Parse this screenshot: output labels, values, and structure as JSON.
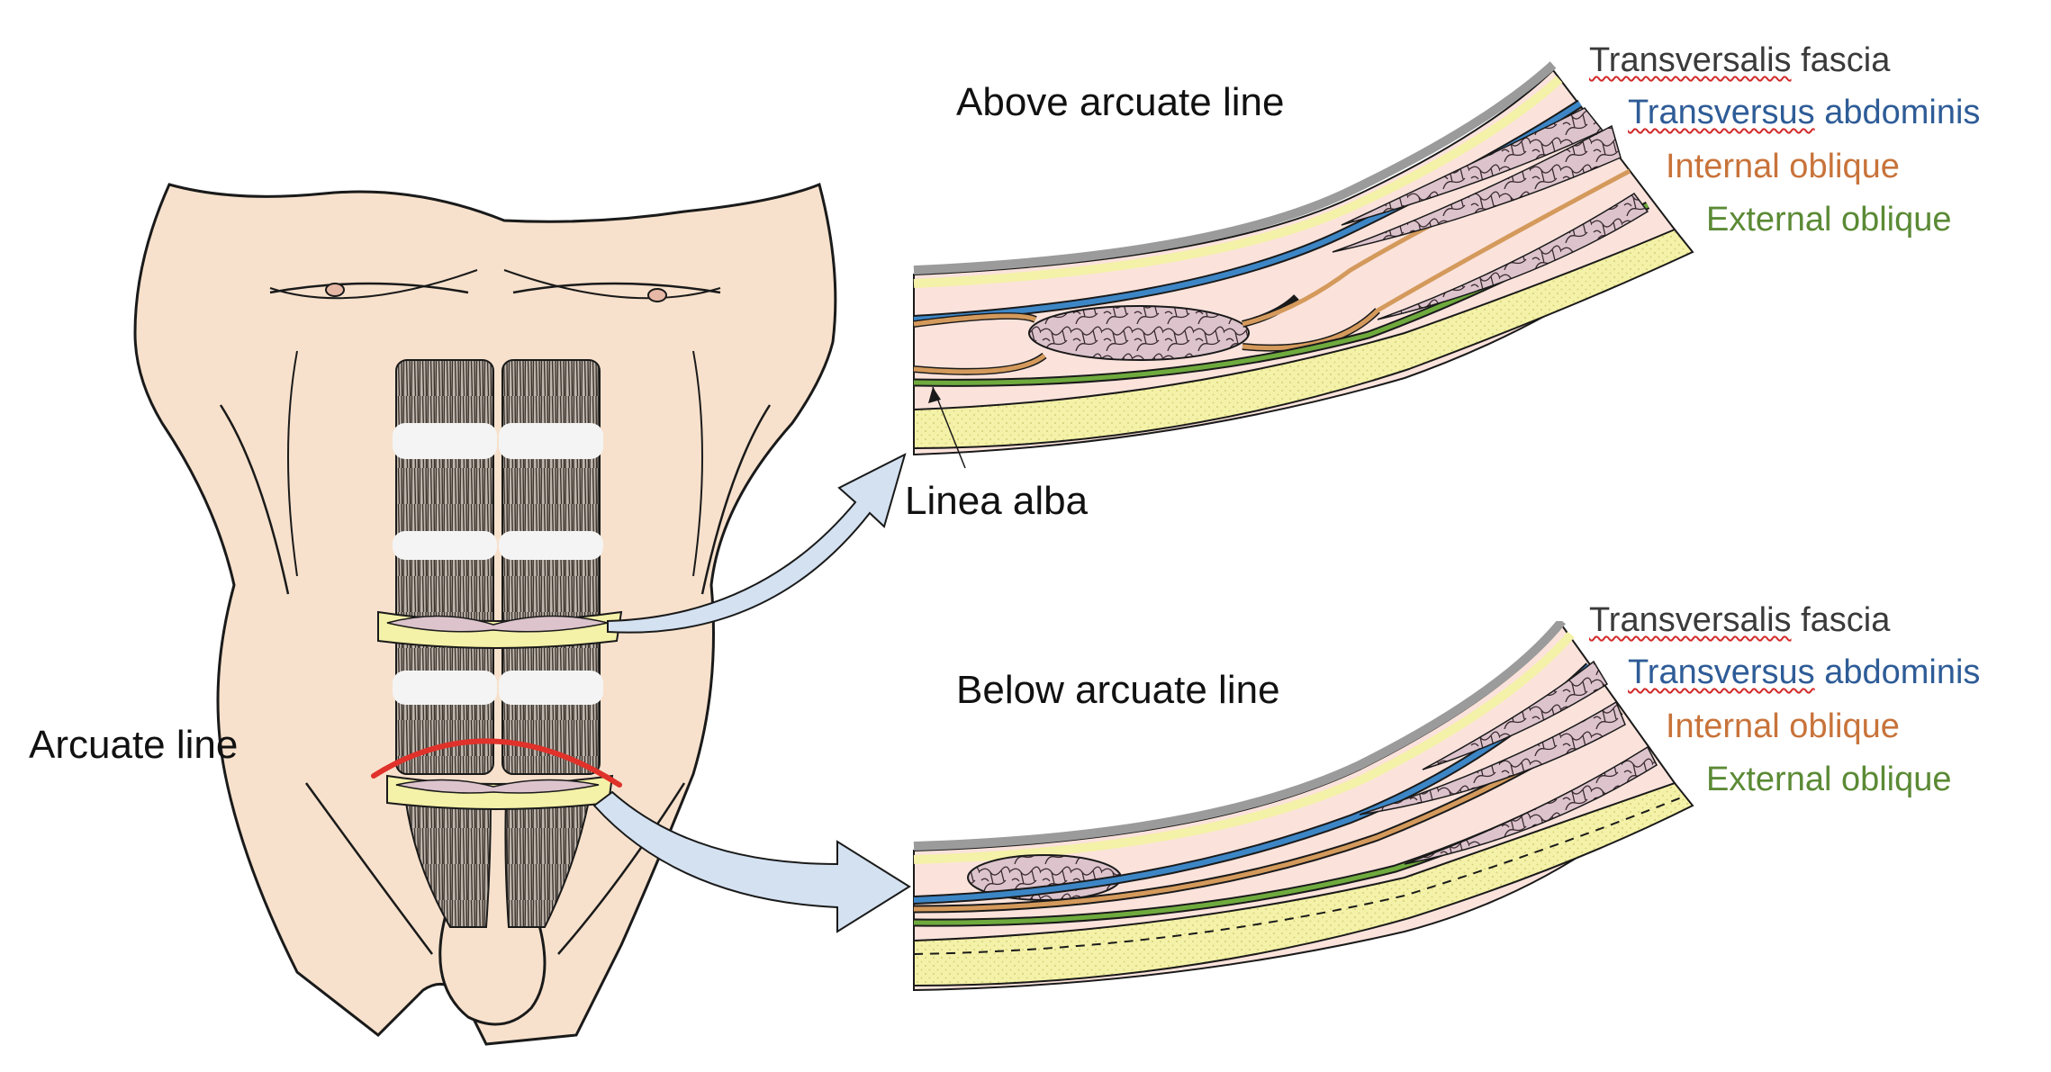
{
  "labels": {
    "above_title": "Above arcuate line",
    "below_title": "Below arcuate line",
    "arcuate_line": "Arcuate line",
    "linea_alba": "Linea alba"
  },
  "layers_above": {
    "transversalis_1": "Transversalis",
    "transversalis_2": " fascia",
    "transversus_1": "Transversus",
    "transversus_2": " abdominis",
    "internal_oblique": "Internal oblique",
    "external_oblique": "External oblique"
  },
  "layers_below": {
    "transversalis_1": "Transversalis",
    "transversalis_2": " fascia",
    "transversus_1": "Transversus",
    "transversus_2": " abdominis",
    "internal_oblique": "Internal oblique",
    "external_oblique": "External oblique"
  },
  "colors": {
    "transversalis_fascia": "#3a3a3a",
    "transversus_abdominis": "#2e5c97",
    "internal_oblique": "#c8733a",
    "external_oblique": "#5b8a35",
    "blue_layer": "#3d86c6",
    "orange_layer": "#d49a5c",
    "green_layer": "#6faa3e",
    "fat_yellow": "#f3f0a6",
    "muscle_pink": "#d8bcc6",
    "arcuate_red": "#e0322a",
    "arrow_fill": "#d3e1f1",
    "skin": "#f7e1cc"
  }
}
